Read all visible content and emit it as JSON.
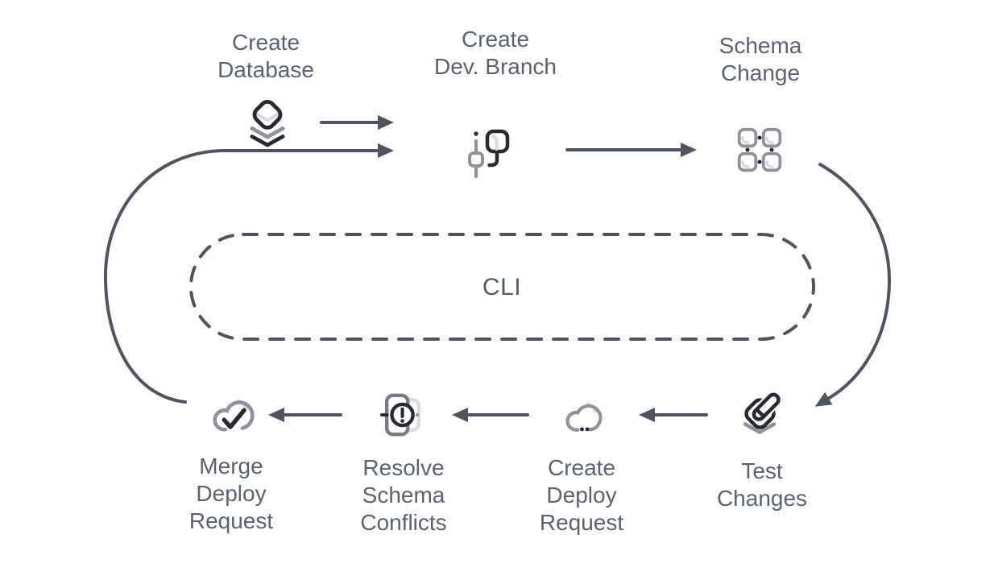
{
  "colors": {
    "background": "#ffffff",
    "dark_icon": "#262a32",
    "arrow": "#4e5560",
    "label_text": "#5b6270",
    "gray_icon": "#8d929c",
    "light_icon": "#d9dbdf"
  },
  "cli": {
    "label": "CLI"
  },
  "nodes": {
    "create_database": {
      "label": "Create\nDatabase",
      "icon": "database-layers-icon"
    },
    "create_dev_branch": {
      "label": "Create\nDev. Branch",
      "icon": "git-branch-icon"
    },
    "schema_change": {
      "label": "Schema\nChange",
      "icon": "schema-grid-icon"
    },
    "test_changes": {
      "label": "Test\nChanges",
      "icon": "pencil-layer-icon"
    },
    "create_deploy_request": {
      "label": "Create\nDeploy\nRequest",
      "icon": "cloud-dots-icon"
    },
    "resolve_schema_conflicts": {
      "label": "Resolve\nSchema\nConflicts",
      "icon": "conflict-alert-icon"
    },
    "merge_deploy_request": {
      "label": "Merge\nDeploy\nRequest",
      "icon": "cloud-check-icon"
    }
  }
}
